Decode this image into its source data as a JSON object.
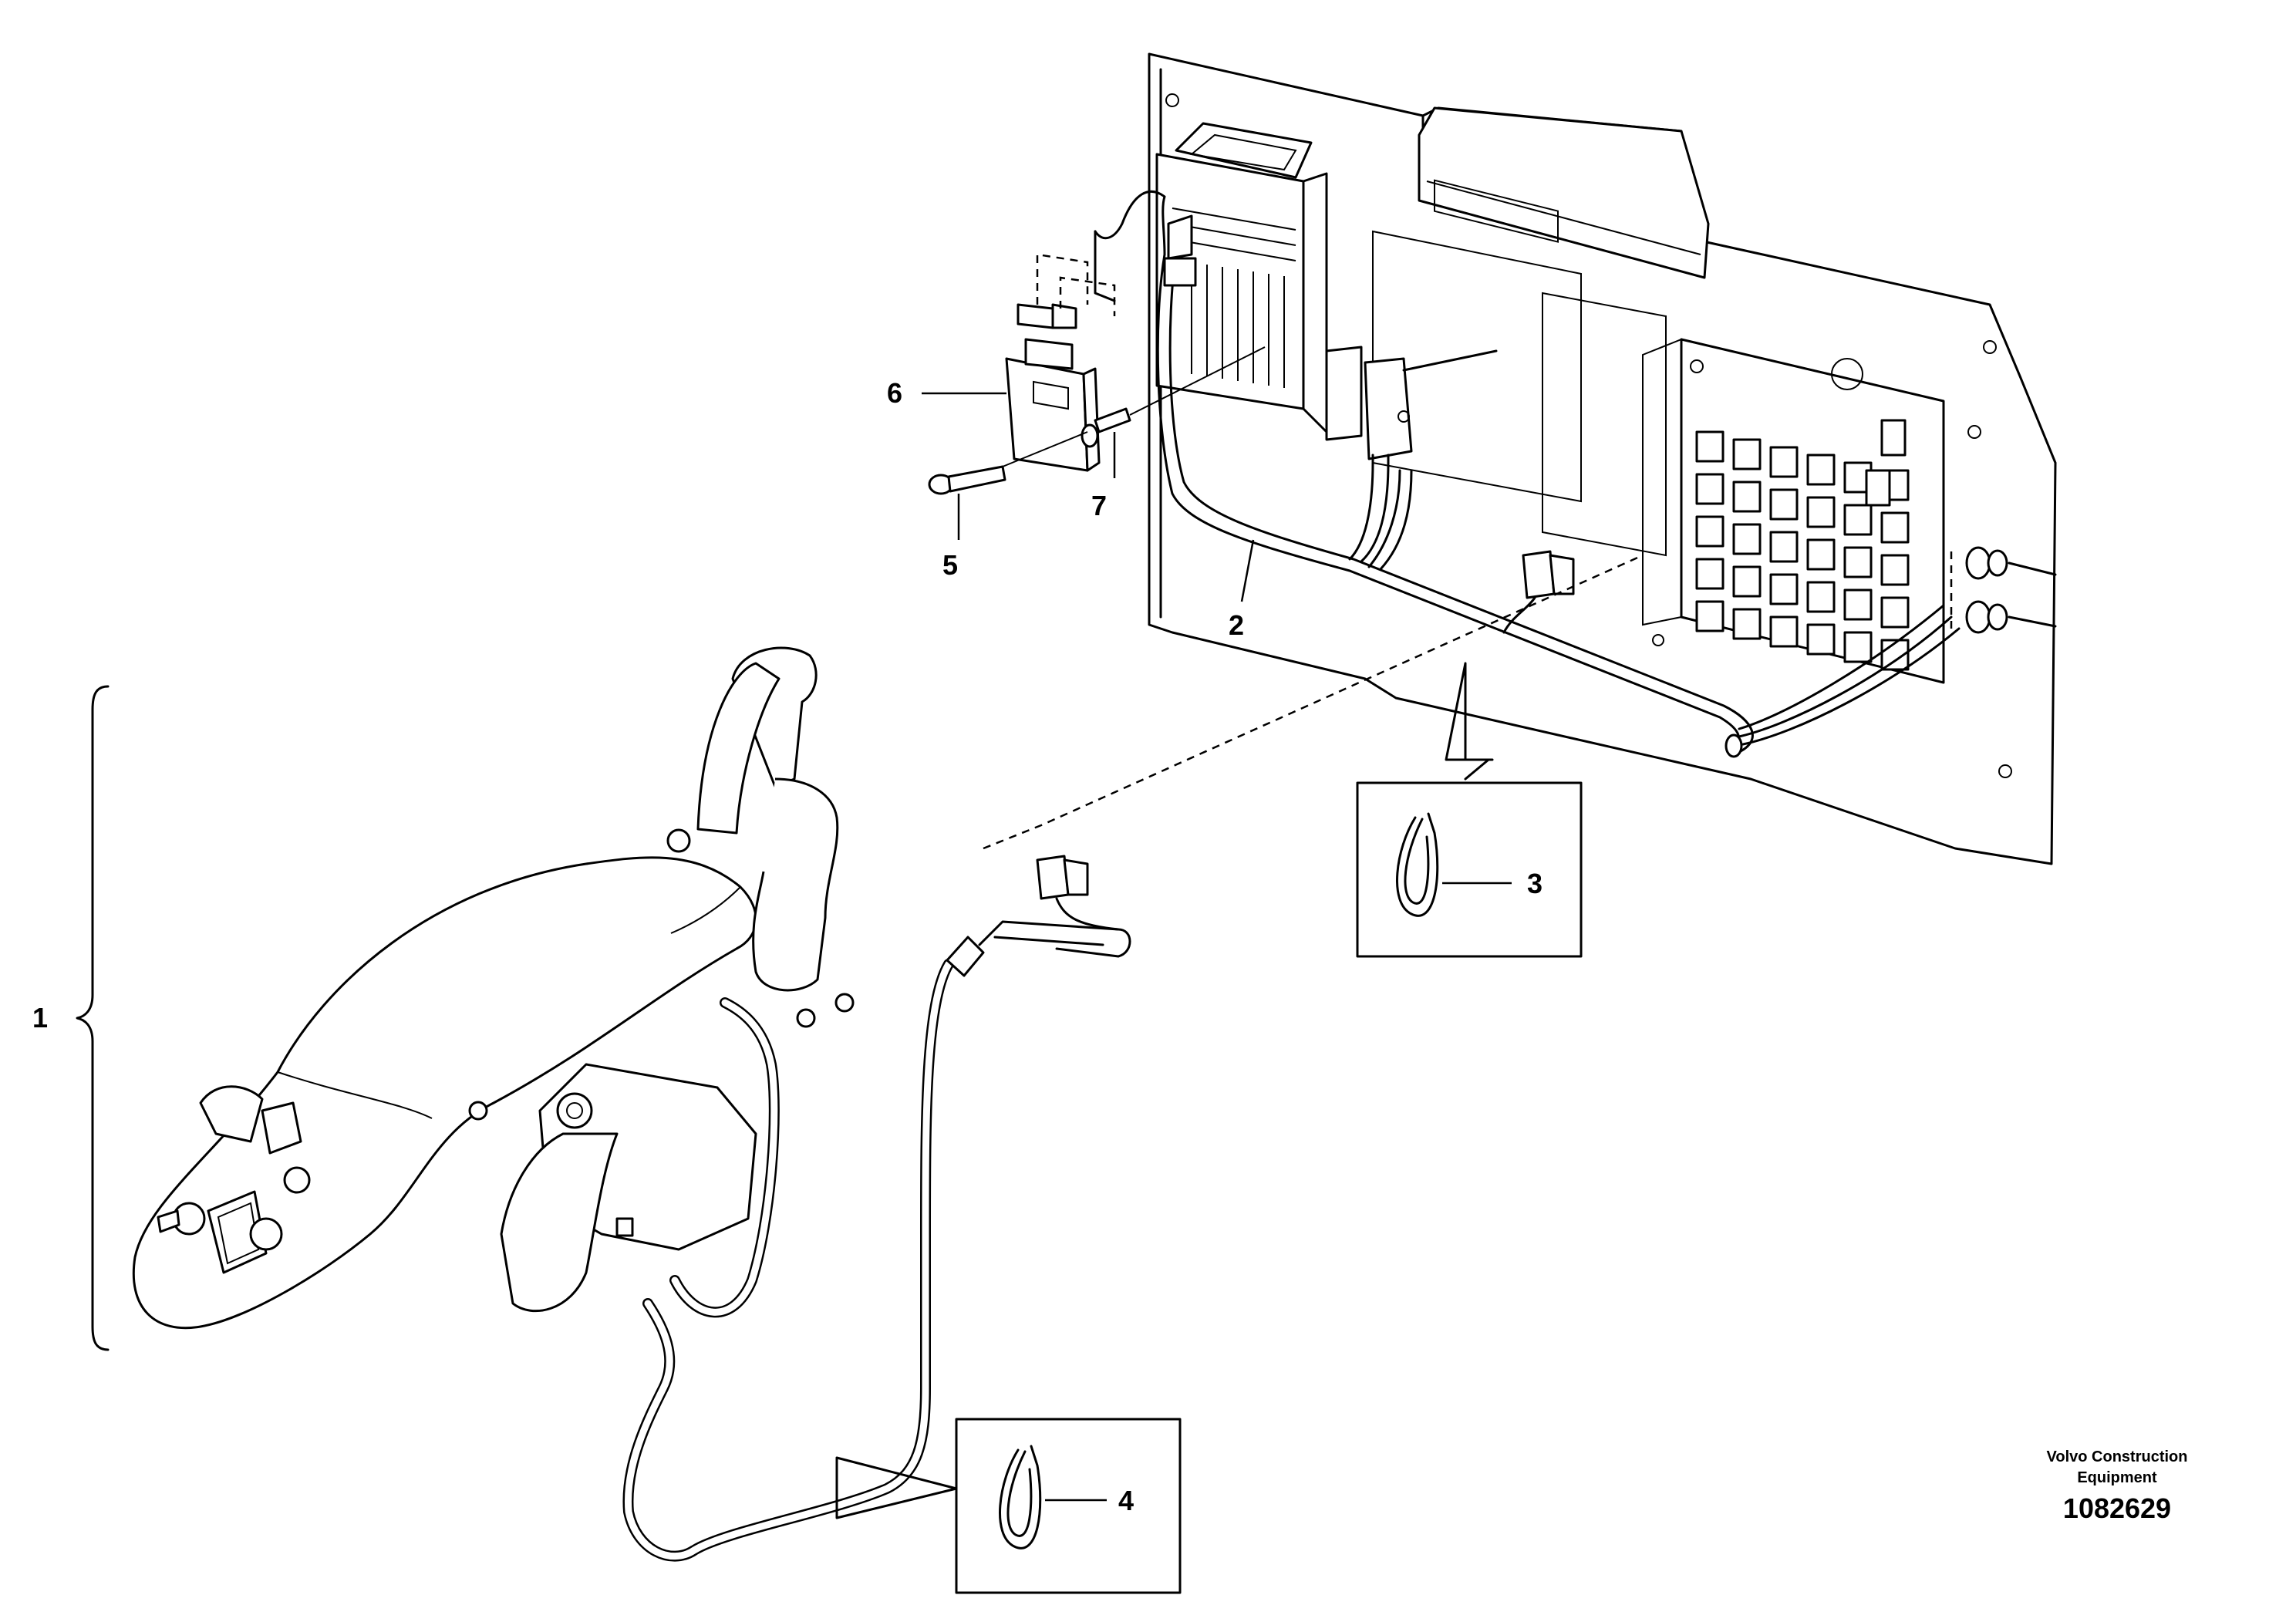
{
  "callouts": [
    {
      "id": "1",
      "label": "1"
    },
    {
      "id": "2",
      "label": "2"
    },
    {
      "id": "3",
      "label": "3"
    },
    {
      "id": "4",
      "label": "4"
    },
    {
      "id": "5",
      "label": "5"
    },
    {
      "id": "6",
      "label": "6"
    },
    {
      "id": "7",
      "label": "7"
    }
  ],
  "footer": {
    "brand_line1": "Volvo Construction",
    "brand_line2": "Equipment",
    "drawing_number": "1082629"
  }
}
